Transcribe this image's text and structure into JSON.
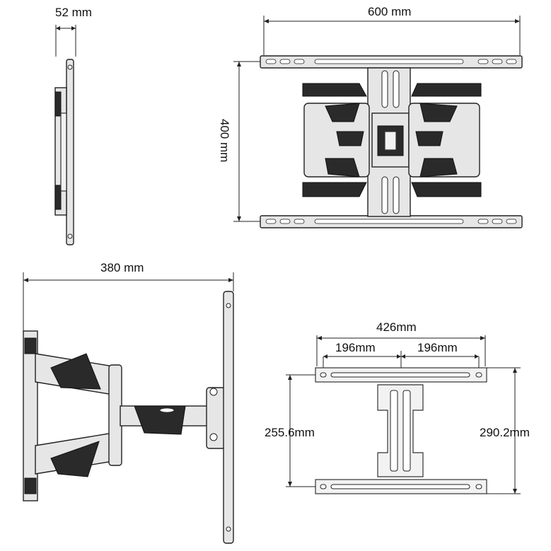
{
  "diagram": {
    "side_view": {
      "depth_label": "52 mm"
    },
    "front_view": {
      "width_label": "600 mm",
      "height_label": "400 mm"
    },
    "extended_view": {
      "extension_label": "380 mm"
    },
    "wall_plate_view": {
      "overall_width_label": "426mm",
      "left_spacing_label": "196mm",
      "right_spacing_label": "196mm",
      "inner_height_label": "255.6mm",
      "outer_height_label": "290.2mm"
    }
  }
}
